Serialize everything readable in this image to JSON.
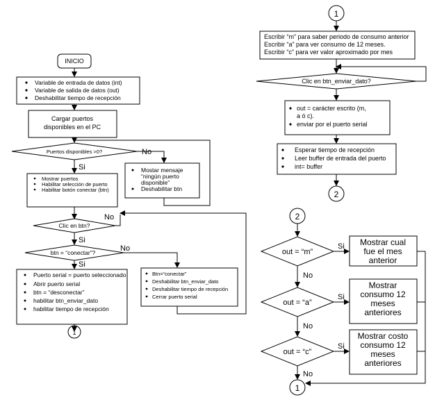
{
  "left": {
    "start": "INICIO",
    "init": [
      "Variable de entrada de datos (int)",
      "Variable de salida de datos (out)",
      "Deshabilitar tiempo de recepción"
    ],
    "load": [
      "Cargar puertos",
      "disponibles en el PC"
    ],
    "q_ports": "Puertos disponibles >0?",
    "no": "No",
    "si": "Si",
    "show": [
      "Mostrar puertos",
      "Habilitar selección de puerto",
      "Habilitar botón conectar (btn)"
    ],
    "msg": [
      "Mostar mensaje",
      "“ningún puerto",
      "disponible”",
      "Deshabilitar btn"
    ],
    "q_click": "Clic en btn?",
    "q_btn": "btn = “conectar”?",
    "connect": [
      "Puerto serial = puerto seleccionado",
      "Abrir puerto serial",
      "btn = “desconectar”",
      "habilitar btn_enviar_dato",
      "habilitar tiempo de recepción"
    ],
    "disconnect": [
      "Btn=“conectar”",
      "Deshabilitar btn_enviar_dato",
      "Deshabilitar tiempo de recepción",
      "Cerrar puerto serial"
    ],
    "connector": "1"
  },
  "right": {
    "c1_top": "1",
    "instr": [
      "Escribir “m” para saber periodo de consumo anterior",
      "Escribir “a” para ver consumo de 12 meses.",
      "Escribir “c” para ver valor aproximado por mes"
    ],
    "q_send": "Clic en btn_enviar_dato?",
    "out": [
      "out = carácter escrito (m,",
      "a ó c).",
      "enviar por el puerto serial"
    ],
    "recv": [
      "Esperar tiempo de recepción",
      "Leer buffer de entrada del puerto",
      "int= buffer"
    ],
    "c2": "2",
    "c2_top": "2",
    "q_m": "out = “m”",
    "q_a": "out = “a”",
    "q_c": "out = “c”",
    "si": "Si",
    "no": "No",
    "r_m": [
      "Mostrar cual",
      "fue el mes",
      "anterior"
    ],
    "r_a": [
      "Mostrar",
      "consumo 12",
      "meses",
      "anteriores"
    ],
    "r_c": [
      "Mostrar costo",
      "consumo 12",
      "meses",
      "anteriores"
    ],
    "c1_bottom": "1"
  }
}
